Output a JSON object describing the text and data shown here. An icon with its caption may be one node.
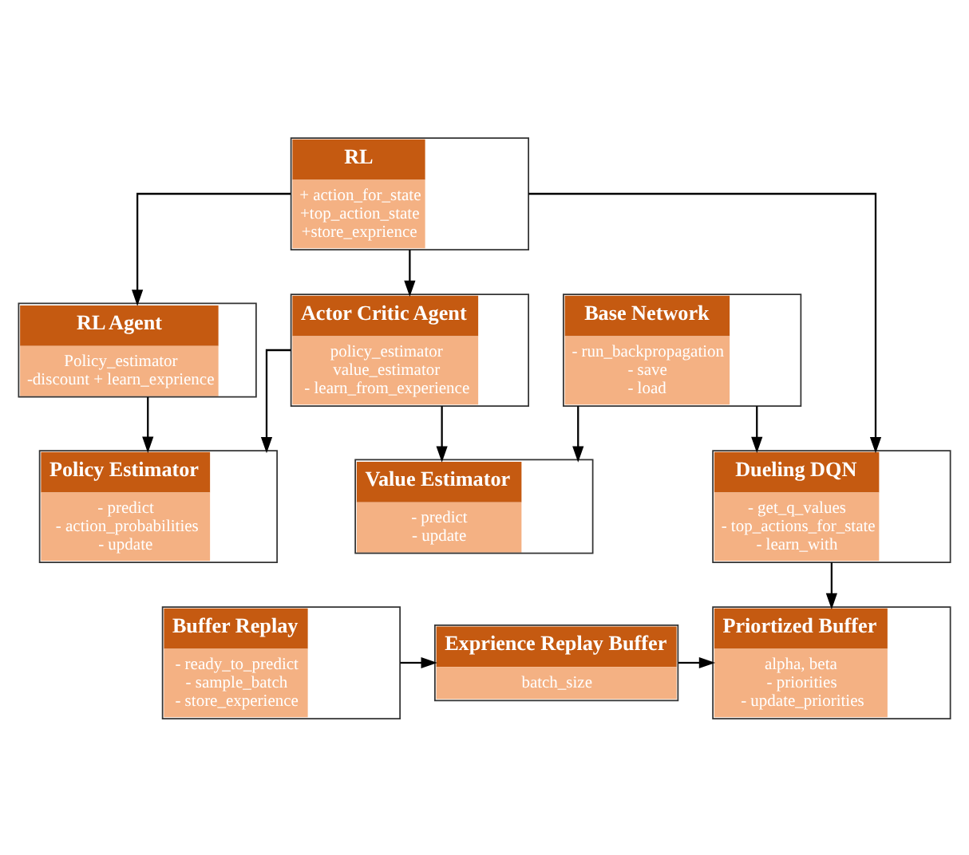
{
  "diagram": {
    "nodes": [
      {
        "text": [
          "RL",
          "+ action_for_state",
          "+top_action_state",
          "+store_exprience"
        ]
      },
      {
        "text": [
          "RL Agent",
          "Policy_estimator",
          "-discount + learn_exprience"
        ]
      },
      {
        "text": [
          "Actor Critic Agent",
          "policy_estimator",
          "value_estimator",
          "- learn_from_experience"
        ]
      },
      {
        "text": [
          "Base Network",
          "- run_backpropagation",
          "- save",
          "- load"
        ]
      },
      {
        "text": [
          "Policy Estimator",
          "- predict",
          "- action_probabilities",
          "- update"
        ]
      },
      {
        "text": [
          "Value Estimator",
          "- predict",
          "- update"
        ]
      },
      {
        "text": [
          "Dueling DQN",
          "- get_q_values",
          "- top_actions_for_state",
          "- learn_with"
        ]
      },
      {
        "text": [
          "Buffer Replay",
          "- ready_to_predict",
          "- sample_batch",
          "- store_experience"
        ]
      },
      {
        "text": [
          "Exprience Replay Buffer",
          "batch_size"
        ]
      },
      {
        "text": [
          "Priortized Buffer",
          "alpha, beta",
          "- priorities",
          "- update_priorities"
        ]
      }
    ],
    "edges": [
      {
        "from": 0,
        "to": 1,
        "arrow": "to"
      },
      {
        "from": 0,
        "to": 2,
        "arrow": "to"
      },
      {
        "from": 0,
        "to": 6,
        "arrow": "to"
      },
      {
        "from": 1,
        "to": 4,
        "arrow": "to"
      },
      {
        "from": 2,
        "to": 4,
        "arrow": "to"
      },
      {
        "from": 2,
        "to": 5,
        "arrow": "to"
      },
      {
        "from": 3,
        "to": 5,
        "arrow": "to"
      },
      {
        "from": 3,
        "to": 6,
        "arrow": "to"
      },
      {
        "from": 6,
        "to": 9,
        "arrow": "to"
      },
      {
        "from": 7,
        "to": 8,
        "arrow": "to"
      },
      {
        "from": 8,
        "to": 9,
        "arrow": "to"
      }
    ]
  }
}
